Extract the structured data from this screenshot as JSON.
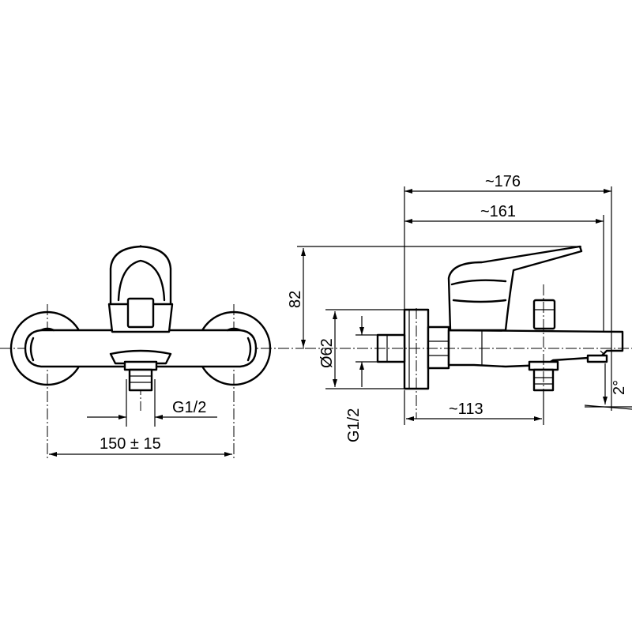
{
  "dimensions": {
    "overall_length": "~176",
    "spout_length": "~161",
    "height": "82",
    "diameter": "Ø62",
    "connection_left": "G1/2",
    "connection_right": "G1/2",
    "outlet_offset": "~113",
    "spacing": "150 ± 15",
    "angle": "2°"
  },
  "colors": {
    "line": "#000000",
    "background": "#ffffff"
  }
}
